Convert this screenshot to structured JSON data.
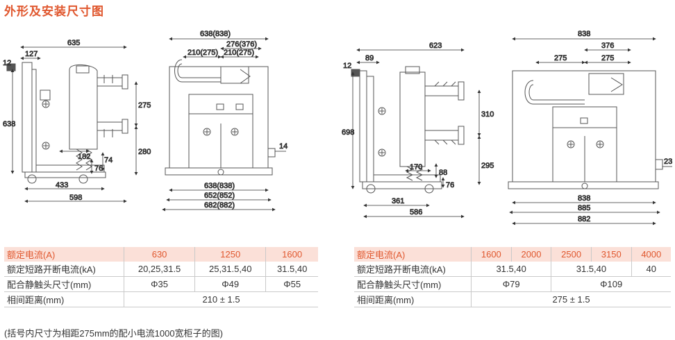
{
  "title": "外形及安装尺寸图",
  "colors": {
    "accent": "#e0572e",
    "header_bg": "#fbe0d8",
    "line": "#555555"
  },
  "drawing1_side": {
    "dims": {
      "top": "635",
      "top_small": "127",
      "left_small": "12",
      "height": "638",
      "upper": "275",
      "lower": "280",
      "contact1": "182",
      "contact2": "74",
      "contact3": "76",
      "bottom1": "433",
      "bottom2": "598"
    }
  },
  "drawing1_front": {
    "dims": {
      "top": "638(838)",
      "top_a": "276(376)",
      "top_b": "210(275)",
      "top_c": "210(275)",
      "right": "14",
      "bottom1": "638(838)",
      "bottom2": "652(852)",
      "bottom3": "682(882)"
    }
  },
  "drawing2_side": {
    "dims": {
      "top": "623",
      "top_small": "89",
      "left_small": "12",
      "height": "698",
      "upper": "310",
      "lower": "295",
      "contact1": "170",
      "contact2": "88",
      "contact3": "76",
      "bottom1": "361",
      "bottom2": "586"
    }
  },
  "drawing2_front": {
    "dims": {
      "top": "838",
      "top_a": "376",
      "top_b": "275",
      "top_c": "275",
      "right": "23",
      "bottom1": "838",
      "bottom2": "885",
      "bottom3": "882"
    }
  },
  "table1": {
    "rows": [
      {
        "label": "额定电流(A)",
        "cells": [
          "630",
          "1250",
          "1600"
        ]
      },
      {
        "label": "额定短路开断电流(kA)",
        "cells": [
          "20,25,31.5",
          "25,31.5,40",
          "31.5,40"
        ]
      },
      {
        "label": "配合静触头尺寸(mm)",
        "cells": [
          "Φ35",
          "Φ49",
          "Φ55"
        ]
      },
      {
        "label": "相间距离(mm)",
        "cells": [
          "210 ± 1.5"
        ]
      }
    ]
  },
  "table2": {
    "rows": [
      {
        "label": "额定电流(A)",
        "cells": [
          "1600",
          "2000",
          "2500",
          "3150",
          "4000"
        ]
      },
      {
        "label": "额定短路开断电流(kA)",
        "cells": [
          "31.5,40",
          "31.5,40",
          "40"
        ]
      },
      {
        "label": "配合静触头尺寸(mm)",
        "cells": [
          "Φ79",
          "Φ109"
        ]
      },
      {
        "label": "相间距离(mm)",
        "cells": [
          "275 ± 1.5"
        ]
      }
    ]
  },
  "note": "(括号内尺寸为相距275mm的配小电流1000宽柜子的图)"
}
